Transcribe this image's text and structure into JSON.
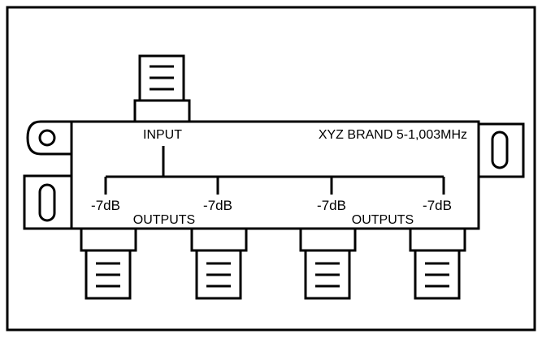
{
  "diagram": {
    "input_label": "INPUT",
    "brand_label": "XYZ BRAND 5-1,003MHz",
    "output_levels": [
      "-7dB",
      "-7dB",
      "-7dB",
      "-7dB"
    ],
    "outputs_labels": [
      "OUTPUTS",
      "OUTPUTS"
    ]
  },
  "colors": {
    "stroke": "#000000",
    "background": "#ffffff"
  }
}
